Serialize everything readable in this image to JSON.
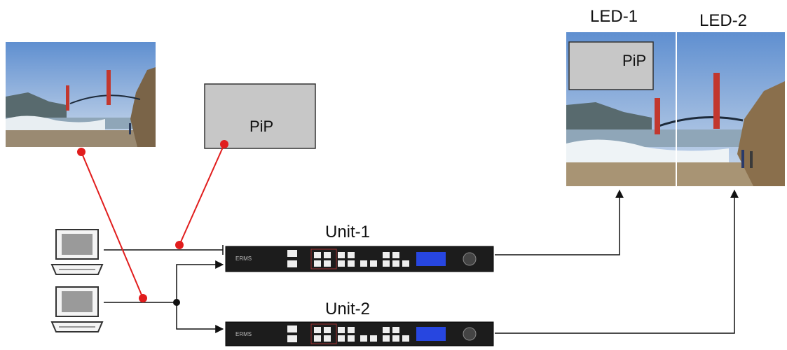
{
  "labels": {
    "led1": "LED-1",
    "led2": "LED-2",
    "pip_source": "PiP",
    "pip_overlay": "PiP",
    "unit1": "Unit-1",
    "unit2": "Unit-2",
    "device_brand": "ERMS"
  },
  "colors": {
    "signal_red": "#e11d1d",
    "pip_gray": "#c7c7c7",
    "line_black": "#111111",
    "device_body": "#1c1c1c",
    "lcd_blue": "#2746e0"
  },
  "icons": [
    "computer-icon-1",
    "computer-icon-2"
  ]
}
